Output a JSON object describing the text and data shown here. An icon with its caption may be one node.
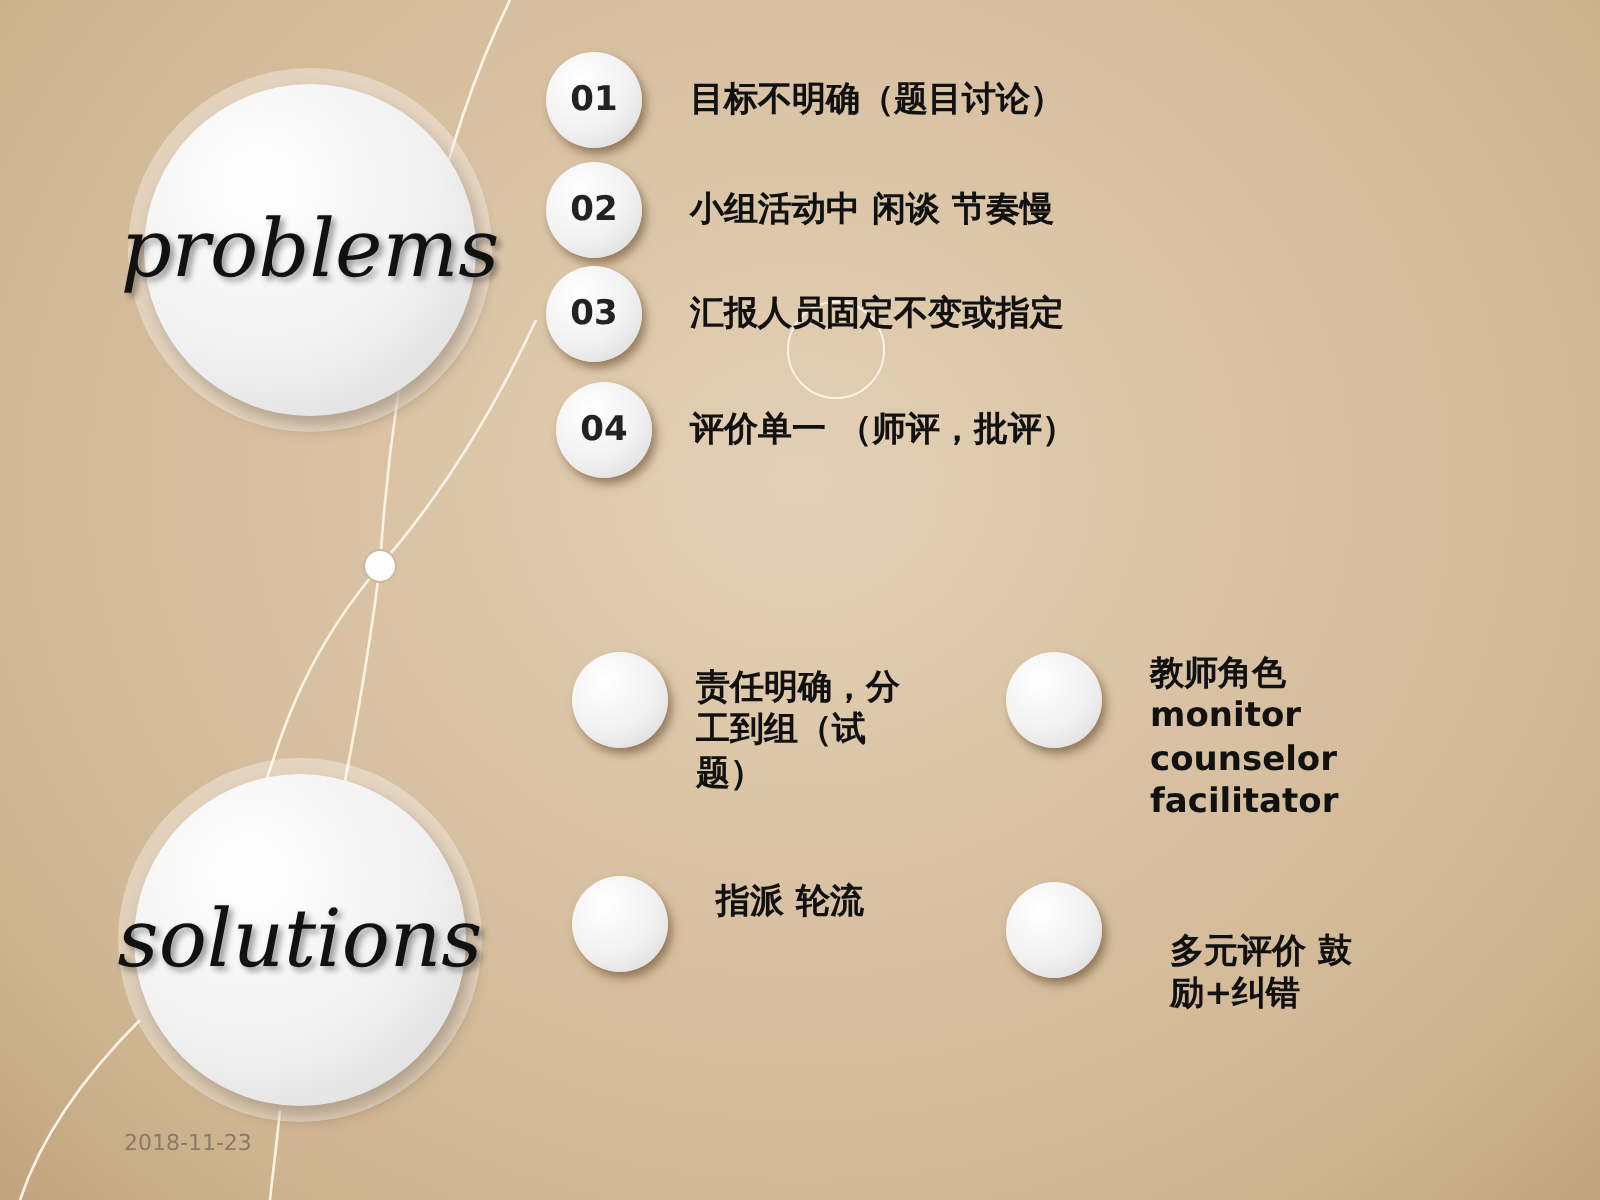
{
  "diagram": {
    "nodes": [
      {
        "text": [
          "problems"
        ]
      },
      {
        "text": [
          "01"
        ],
        "beside": [
          "目标不明确（题目讨论）"
        ]
      },
      {
        "text": [
          "02"
        ],
        "beside": [
          "小组活动中 闲谈 节奏慢"
        ]
      },
      {
        "text": [
          "03"
        ],
        "beside": [
          "汇报人员固定不变或指定"
        ]
      },
      {
        "text": [
          "04"
        ],
        "beside": [
          "评价单一 （师评，批评）"
        ]
      },
      {
        "text": [
          "solutions"
        ]
      },
      {
        "text": [],
        "shape": "circle",
        "beside": [
          "责任明确，分工到组（试题）"
        ]
      },
      {
        "text": [],
        "shape": "circle",
        "beside": [
          "教师角色 monitor counselor facilitator"
        ]
      },
      {
        "text": [],
        "shape": "circle",
        "beside": [
          "指派 轮流"
        ]
      },
      {
        "text": [],
        "shape": "circle",
        "beside": [
          "多元评价 鼓励+纠错"
        ]
      }
    ],
    "labels": [
      "2018-11-23"
    ]
  }
}
